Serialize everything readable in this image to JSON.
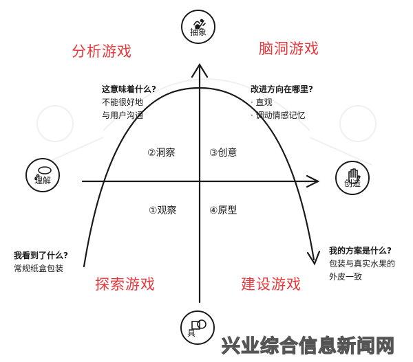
{
  "quadrants": {
    "top_left": "分析游戏",
    "top_right": "脑洞游戏",
    "bottom_left": "探索游戏",
    "bottom_right": "建设游戏"
  },
  "nodes": {
    "top": {
      "label": "抽象",
      "icon": "abstract-shapes-icon"
    },
    "left": {
      "label": "理解",
      "icon": "thought-bubble-icon"
    },
    "right": {
      "label": "创造",
      "icon": "hand-icon"
    },
    "bottom": {
      "label": "具",
      "icon": "geometric-shapes-icon"
    }
  },
  "notes": {
    "top_left": {
      "question": "这意味着什么?",
      "lines": [
        "不能很好地",
        "与用户沟通"
      ]
    },
    "top_right": {
      "question": "改进方向在哪里?",
      "lines": [
        "· 直观",
        "· 调动情感记忆"
      ]
    },
    "bottom_left": {
      "question": "我看到了什么?",
      "lines": [
        "常规纸盒包装"
      ]
    },
    "bottom_right": {
      "question": "我的方案是什么?",
      "lines": [
        "包装与真实水果的",
        "外皮一致"
      ]
    }
  },
  "steps": [
    "①观察",
    "②洞察",
    "③创意",
    "④原型"
  ],
  "watermark": "兴业综合信息新闻网",
  "colors": {
    "accent": "#e8383b",
    "ink": "#1a1a1a"
  }
}
